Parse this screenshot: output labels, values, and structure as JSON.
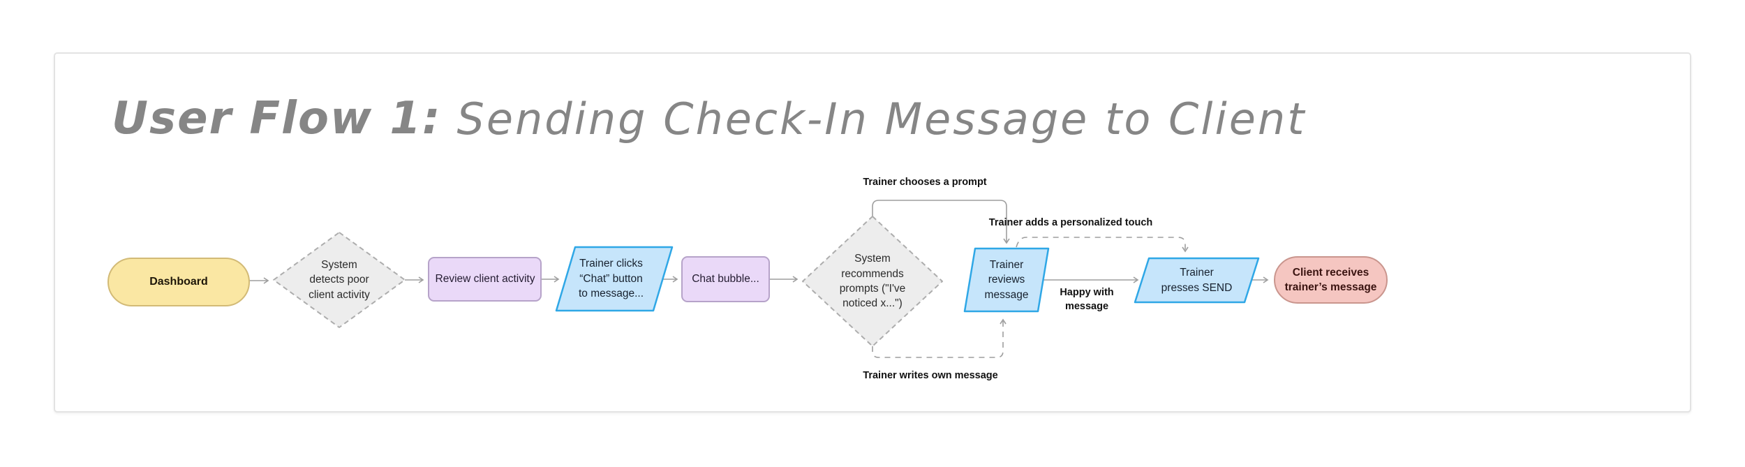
{
  "title": {
    "prefix": "User Flow 1:",
    "rest": "Sending Check-In Message to Client"
  },
  "flow": {
    "nodes": [
      {
        "id": "dashboard",
        "type": "terminator-start",
        "label": "Dashboard"
      },
      {
        "id": "detect-activity",
        "type": "decision",
        "label": "System\ndetects poor\nclient activity"
      },
      {
        "id": "review-activity",
        "type": "process",
        "label": "Review client activity"
      },
      {
        "id": "click-chat",
        "type": "input-output",
        "label": "Trainer clicks\n“Chat” button\nto message..."
      },
      {
        "id": "chat-bubble",
        "type": "process",
        "label": "Chat bubble..."
      },
      {
        "id": "recommend-prompts",
        "type": "decision",
        "label": "System\nrecommends\nprompts (\"I've\nnoticed x...\")"
      },
      {
        "id": "review-message",
        "type": "input-output",
        "label": "Trainer\nreviews\nmessage"
      },
      {
        "id": "press-send",
        "type": "input-output",
        "label": "Trainer\npresses SEND"
      },
      {
        "id": "client-receives",
        "type": "terminator-end",
        "label": "Client receives\ntrainer’s message"
      }
    ],
    "edge_labels": [
      {
        "id": "chooses-prompt",
        "text": "Trainer chooses a prompt"
      },
      {
        "id": "personalized-touch",
        "text": "Trainer adds a personalized touch"
      },
      {
        "id": "happy-with-message",
        "text": "Happy with\nmessage"
      },
      {
        "id": "writes-own-message",
        "text": "Trainer writes own message"
      }
    ]
  },
  "colors": {
    "page_bg": "#FFFFFF",
    "card_border": "#E3E3E3",
    "title_text": "#868686",
    "terminator_start_fill": "#FAE7A3",
    "terminator_start_border": "#D2BA76",
    "process_fill": "#EAD9F8",
    "process_border": "#B6A3C9",
    "io_fill": "#C6E5FB",
    "io_border": "#2FA7E6",
    "decision_fill": "#EDEDED",
    "decision_border": "#ADADAD",
    "terminator_end_fill": "#F5C6C1",
    "terminator_end_border": "#C9958D",
    "connector": "#9E9E9E",
    "edge_label_text": "#111111"
  }
}
